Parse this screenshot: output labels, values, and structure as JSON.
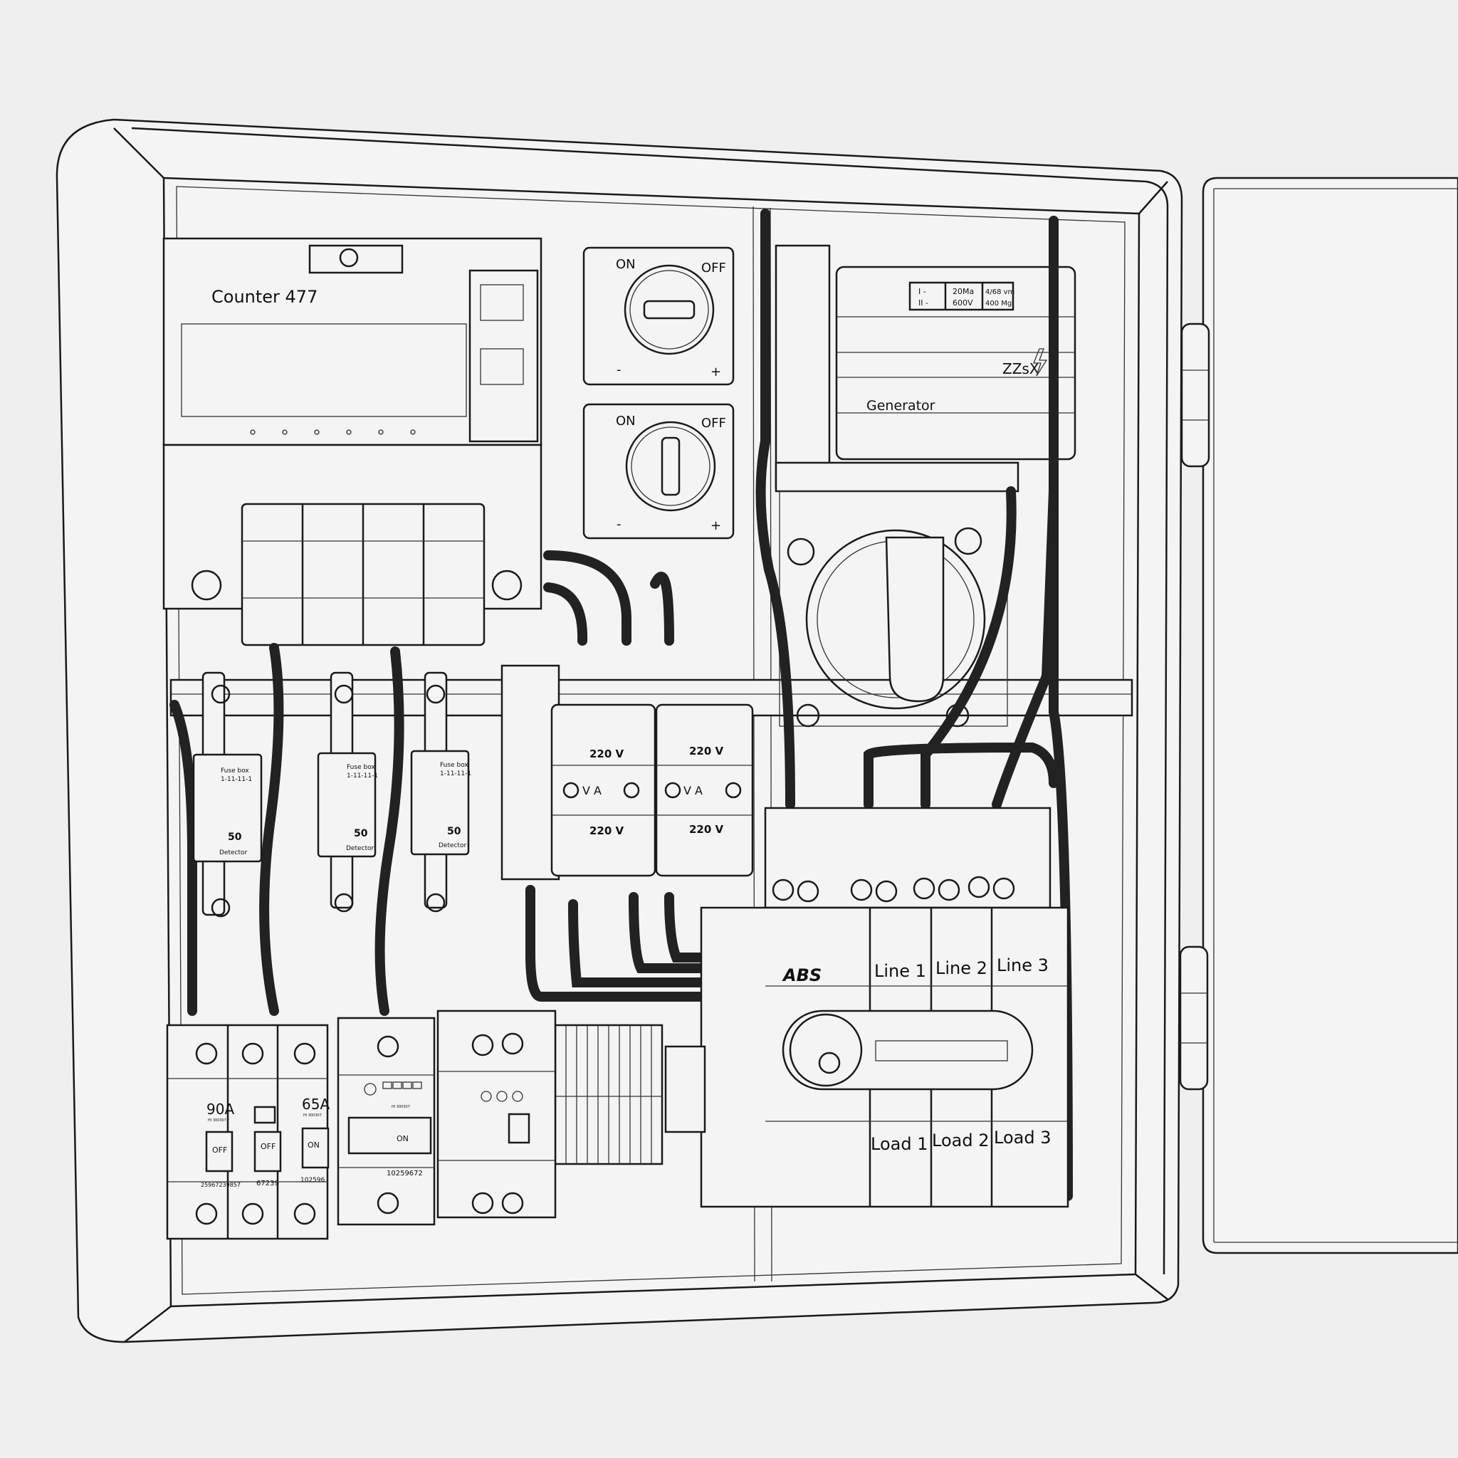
{
  "counter": {
    "label": "Counter 477"
  },
  "rotary_switches": [
    {
      "on": "ON",
      "off": "OFF",
      "minus": "-",
      "plus": "+"
    },
    {
      "on": "ON",
      "off": "OFF",
      "minus": "-",
      "plus": "+"
    }
  ],
  "generator": {
    "table": [
      [
        "I -",
        "20Ma",
        "4/68 vm"
      ],
      [
        "II -",
        "600V",
        "400 Mg"
      ]
    ],
    "brand": "ZZsX",
    "label": "Generator"
  },
  "fuse_boxes": [
    {
      "title": "Fuse box",
      "code": "1-11-11-1",
      "rating": "50",
      "label": "Detector"
    },
    {
      "title": "Fuse box",
      "code": "1-11-11-1",
      "rating": "50",
      "label": "Detector"
    },
    {
      "title": "Fuse box",
      "code": "1-11-11-1",
      "rating": "50",
      "label": "Detector"
    }
  ],
  "meters": [
    {
      "top": "220 V",
      "mid": "V  A",
      "bottom": "220 V"
    },
    {
      "top": "220 V",
      "mid": "V  A",
      "bottom": "220 V"
    }
  ],
  "main_switch": {
    "brand": "ABS",
    "lines": [
      "Line 1",
      "Line 2",
      "Line 3"
    ],
    "loads": [
      "Load 1",
      "Load 2",
      "Load 3"
    ]
  },
  "breakers": [
    {
      "rating": "90A",
      "model": "HI 300307",
      "state": "OFF",
      "serial": "25967239857"
    },
    {
      "rating": "",
      "model": "",
      "state": "OFF",
      "serial": "67239"
    },
    {
      "rating": "65A",
      "model": "HI 300307",
      "state": "ON",
      "serial": "102596"
    },
    {
      "rating": "",
      "model": "HI 300307",
      "state": "ON",
      "serial": "10259672"
    }
  ]
}
